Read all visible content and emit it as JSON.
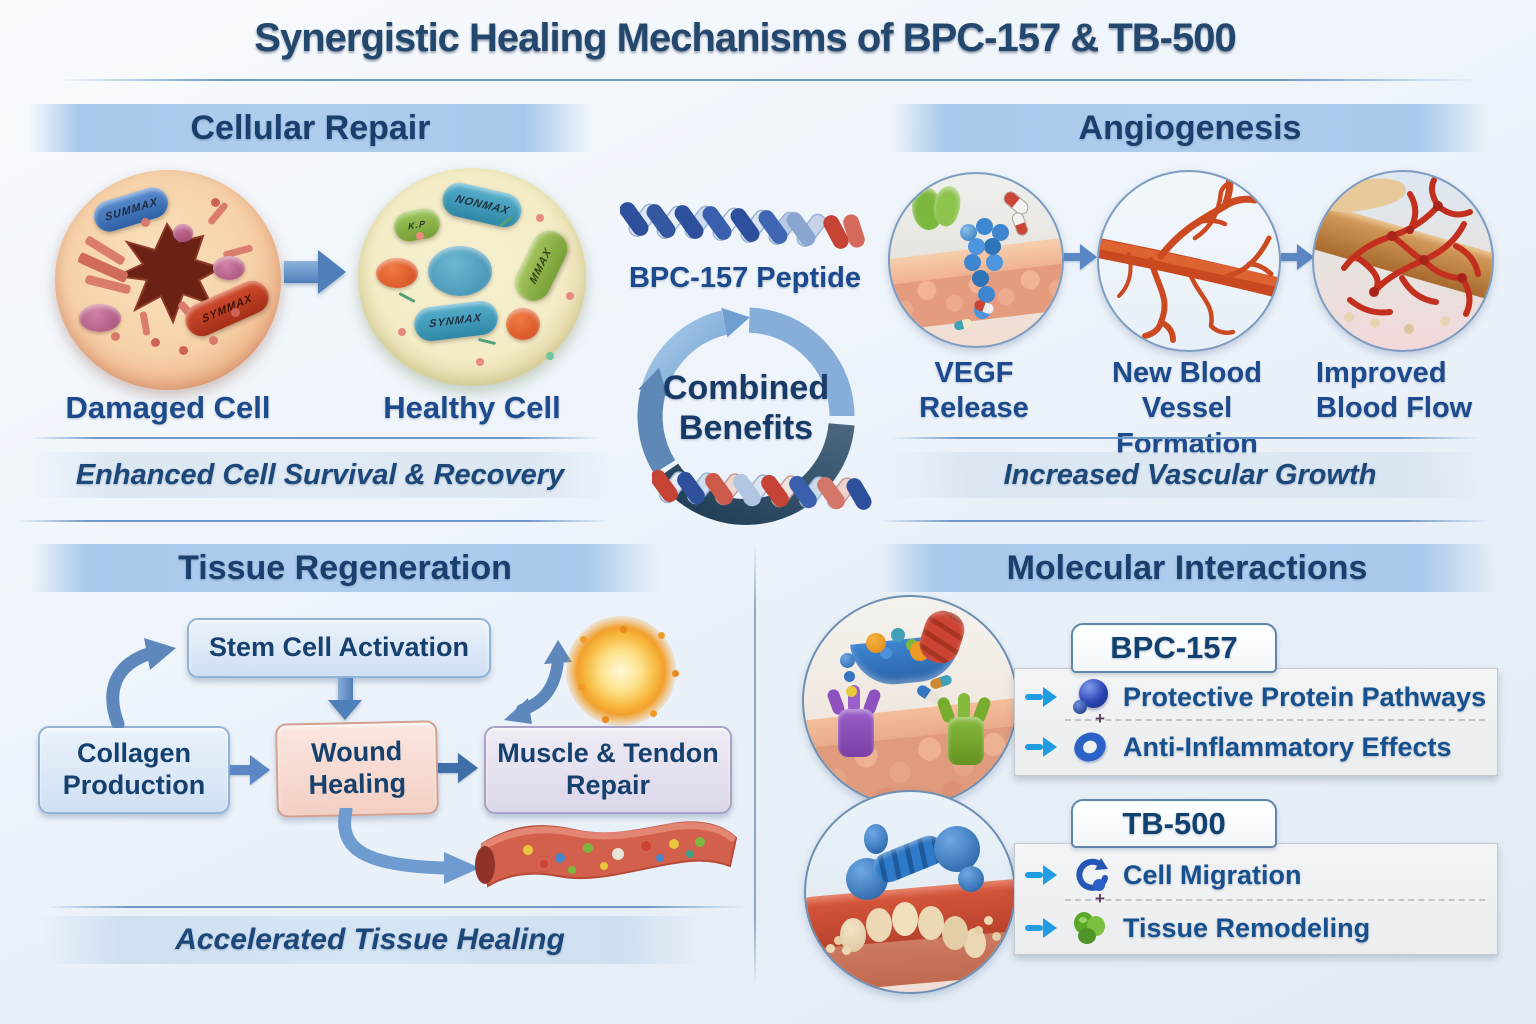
{
  "title": "Synergistic Healing Mechanisms of BPC-157 & TB-500",
  "palette": {
    "navy_text": "#1b3f6d",
    "label_blue": "#1c4a8c",
    "banner_blue": "#a9c9ec",
    "steel_arrow": "#4f7fb8",
    "cyan_arrow": "#1f9ce2",
    "panel_bg": "#eff1f2",
    "ring_light": "#8cb6e0",
    "ring_dark": "#2e4a63",
    "damaged_cell_red": "#c0503a",
    "healthy_cell_green": "#86ad43"
  },
  "sections": {
    "cellular_repair": {
      "header": "Cellular Repair",
      "damaged_label": "Damaged Cell",
      "healthy_label": "Healthy Cell",
      "caption": "Enhanced Cell Survival & Recovery",
      "scribbles": {
        "damaged_top": "SUMMAX",
        "damaged_bottom": "SYMMAX",
        "healthy_top": "NONMAX",
        "healthy_right": "MMAX",
        "healthy_bottom": "SYNMAX",
        "healthy_spot": "K.P"
      }
    },
    "angiogenesis": {
      "header": "Angiogenesis",
      "steps": [
        "VEGF Release",
        "New Blood Vessel Formation",
        "Improved Blood Flow"
      ],
      "caption": "Increased Vascular Growth"
    },
    "center": {
      "peptide_label": "BPC-157 Peptide",
      "cycle_line1": "Combined",
      "cycle_line2": "Benefits"
    },
    "tissue_regeneration": {
      "header": "Tissue Regeneration",
      "nodes": {
        "stem": "Stem Cell Activation",
        "collagen": "Collagen Production",
        "wound": "Wound Healing",
        "muscle": "Muscle & Tendon Repair"
      },
      "caption": "Accelerated Tissue Healing"
    },
    "molecular_interactions": {
      "header": "Molecular Interactions",
      "plus": "+",
      "bpc157": {
        "label": "BPC-157",
        "items": [
          "Protective Protein Pathways",
          "Anti-Inflammatory Effects"
        ]
      },
      "tb500": {
        "label": "TB-500",
        "items": [
          "Cell Migration",
          "Tissue Remodeling"
        ]
      }
    }
  }
}
